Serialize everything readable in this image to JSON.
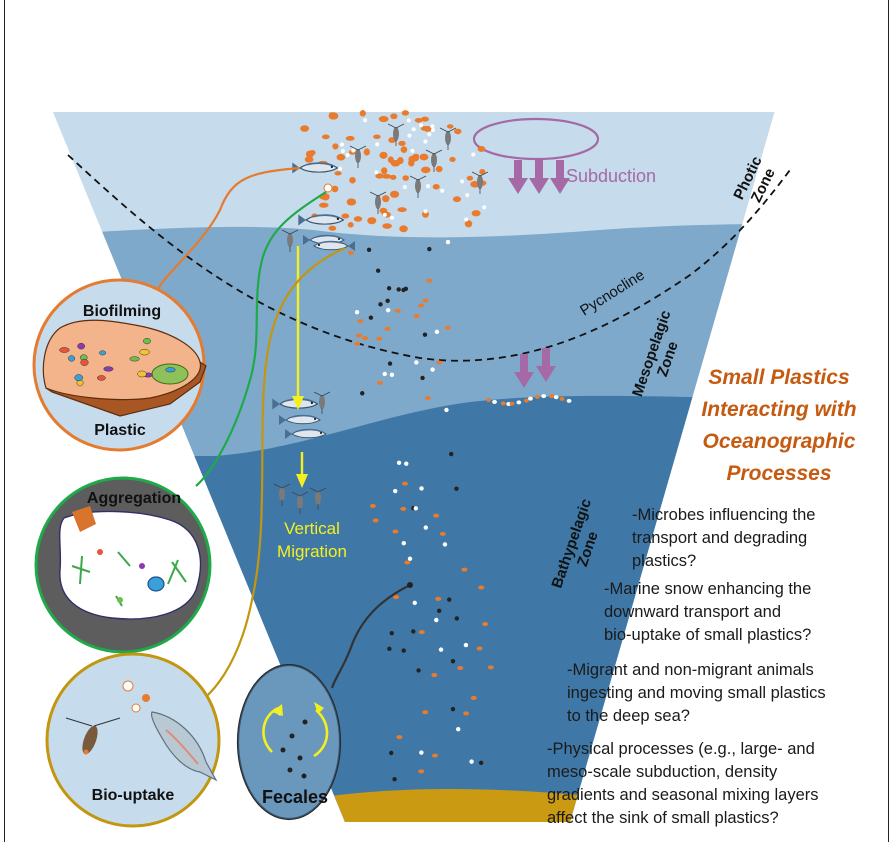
{
  "labels": {
    "subduction": "Subduction",
    "photic_zone": "Photic\nZone",
    "pycnocline": "Pycnocline",
    "mesopelagic_zone": "Mesopelagic\nZone",
    "bathypelagic_zone": "Bathypelagic\nZone",
    "vertical_migration": "Vertical\nMigration",
    "fecales": "Fecales"
  },
  "insets": {
    "biofilming": {
      "title": "Biofilming",
      "subtitle": "Plastic"
    },
    "aggregation": {
      "title": "Aggregation"
    },
    "bio_uptake": {
      "title": "Bio-uptake"
    }
  },
  "title": "Small Plastics\nInteracting with\nOceanographic\nProcesses",
  "questions": [
    "-Microbes influencing the\ntransport and degrading\nplastics?",
    "-Marine snow enhancing the\ndownward transport and\nbio-uptake of small plastics?",
    "-Migrant and non-migrant animals\ningesting and moving small plastics\nto the deep sea?",
    "-Physical processes (e.g., large- and\nmeso-scale subduction, density\ngradients and seasonal mixing layers\naffect the sink of small plastics?"
  ],
  "colors": {
    "photic": "#c6dced",
    "mesopelagic": "#7ea9cb",
    "bathypelagic": "#3f78a7",
    "seafloor": "#c99a12",
    "plastic_orange": "#ea7a2c",
    "subduction_purple": "#a56aa6",
    "migration_yellow": "#f4ef1f",
    "biofilming_ring": "#e57b2f",
    "aggregation_ring": "#1faa4a",
    "bio_uptake_ring": "#c2960f",
    "title_orange": "#c55a11"
  },
  "icons": [
    "fish-icon",
    "zooplankton-icon",
    "plastic-particle-icon",
    "microbe-icon",
    "diatom-icon",
    "circular-arrow-icon"
  ]
}
